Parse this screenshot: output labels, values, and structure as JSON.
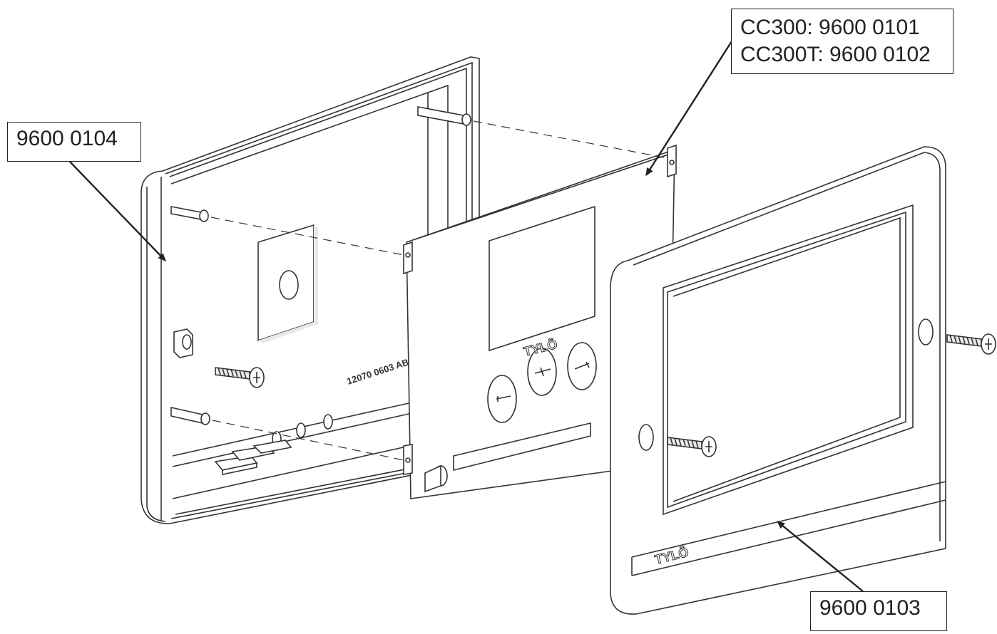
{
  "callouts": {
    "back_frame": "9600 0104",
    "pcb_line1": "CC300: 9600 0101",
    "pcb_line2": "CC300T: 9600 0102",
    "front_frame": "9600 0103"
  },
  "labels": {
    "back_frame_marking": "12070  0603  ABS",
    "brand_logo": "TYLÖ"
  },
  "colors": {
    "line": "#333333",
    "fill": "#ffffff",
    "shade": "#e9e9e9"
  }
}
